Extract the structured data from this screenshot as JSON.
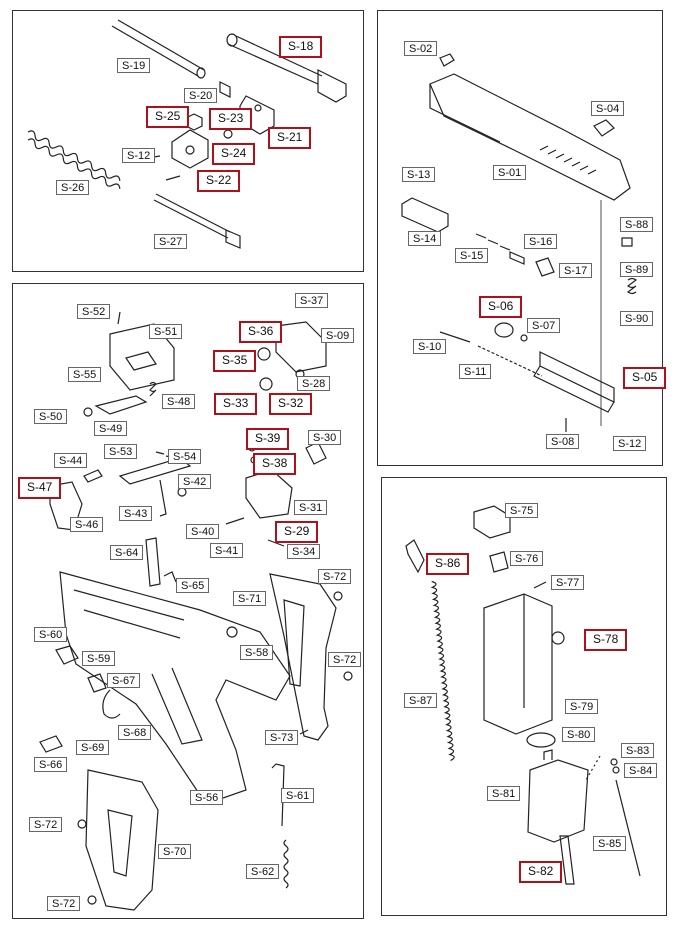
{
  "labels": [
    {
      "id": "s18",
      "text": "S-18",
      "hl": true
    },
    {
      "id": "s19",
      "text": "S-19",
      "hl": false
    },
    {
      "id": "s20",
      "text": "S-20",
      "hl": false
    },
    {
      "id": "s25",
      "text": "S-25",
      "hl": true
    },
    {
      "id": "s23",
      "text": "S-23",
      "hl": true
    },
    {
      "id": "s21",
      "text": "S-21",
      "hl": true
    },
    {
      "id": "s12a",
      "text": "S-12",
      "hl": false
    },
    {
      "id": "s24",
      "text": "S-24",
      "hl": true
    },
    {
      "id": "s22",
      "text": "S-22",
      "hl": true
    },
    {
      "id": "s26",
      "text": "S-26",
      "hl": false
    },
    {
      "id": "s27",
      "text": "S-27",
      "hl": false
    },
    {
      "id": "s02",
      "text": "S-02",
      "hl": false
    },
    {
      "id": "s04",
      "text": "S-04",
      "hl": false
    },
    {
      "id": "s13",
      "text": "S-13",
      "hl": false
    },
    {
      "id": "s01",
      "text": "S-01",
      "hl": false
    },
    {
      "id": "s88",
      "text": "S-88",
      "hl": false
    },
    {
      "id": "s14",
      "text": "S-14",
      "hl": false
    },
    {
      "id": "s16",
      "text": "S-16",
      "hl": false
    },
    {
      "id": "s15",
      "text": "S-15",
      "hl": false
    },
    {
      "id": "s17",
      "text": "S-17",
      "hl": false
    },
    {
      "id": "s89",
      "text": "S-89",
      "hl": false
    },
    {
      "id": "s06",
      "text": "S-06",
      "hl": true
    },
    {
      "id": "s07",
      "text": "S-07",
      "hl": false
    },
    {
      "id": "s90",
      "text": "S-90",
      "hl": false
    },
    {
      "id": "s10",
      "text": "S-10",
      "hl": false
    },
    {
      "id": "s05",
      "text": "S-05",
      "hl": true
    },
    {
      "id": "s11",
      "text": "S-11",
      "hl": false
    },
    {
      "id": "s08",
      "text": "S-08",
      "hl": false
    },
    {
      "id": "s12b",
      "text": "S-12",
      "hl": false
    },
    {
      "id": "s52",
      "text": "S-52",
      "hl": false
    },
    {
      "id": "s51",
      "text": "S-51",
      "hl": false
    },
    {
      "id": "s37",
      "text": "S-37",
      "hl": false
    },
    {
      "id": "s36",
      "text": "S-36",
      "hl": true
    },
    {
      "id": "s09",
      "text": "S-09",
      "hl": false
    },
    {
      "id": "s35",
      "text": "S-35",
      "hl": true
    },
    {
      "id": "s55",
      "text": "S-55",
      "hl": false
    },
    {
      "id": "s28",
      "text": "S-28",
      "hl": false
    },
    {
      "id": "s33",
      "text": "S-33",
      "hl": true
    },
    {
      "id": "s32",
      "text": "S-32",
      "hl": true
    },
    {
      "id": "s48",
      "text": "S-48",
      "hl": false
    },
    {
      "id": "s50",
      "text": "S-50",
      "hl": false
    },
    {
      "id": "s49",
      "text": "S-49",
      "hl": false
    },
    {
      "id": "s39",
      "text": "S-39",
      "hl": true
    },
    {
      "id": "s30",
      "text": "S-30",
      "hl": false
    },
    {
      "id": "s53",
      "text": "S-53",
      "hl": false
    },
    {
      "id": "s54",
      "text": "S-54",
      "hl": false
    },
    {
      "id": "s38",
      "text": "S-38",
      "hl": true
    },
    {
      "id": "s44",
      "text": "S-44",
      "hl": false
    },
    {
      "id": "s42",
      "text": "S-42",
      "hl": false
    },
    {
      "id": "s47",
      "text": "S-47",
      "hl": true
    },
    {
      "id": "s43",
      "text": "S-43",
      "hl": false
    },
    {
      "id": "s31",
      "text": "S-31",
      "hl": false
    },
    {
      "id": "s46",
      "text": "S-46",
      "hl": false
    },
    {
      "id": "s40",
      "text": "S-40",
      "hl": false
    },
    {
      "id": "s29",
      "text": "S-29",
      "hl": true
    },
    {
      "id": "s41",
      "text": "S-41",
      "hl": false
    },
    {
      "id": "s34",
      "text": "S-34",
      "hl": false
    },
    {
      "id": "s64",
      "text": "S-64",
      "hl": false
    },
    {
      "id": "s65",
      "text": "S-65",
      "hl": false
    },
    {
      "id": "s72a",
      "text": "S-72",
      "hl": false
    },
    {
      "id": "s71",
      "text": "S-71",
      "hl": false
    },
    {
      "id": "s60",
      "text": "S-60",
      "hl": false
    },
    {
      "id": "s58",
      "text": "S-58",
      "hl": false
    },
    {
      "id": "s72b",
      "text": "S-72",
      "hl": false
    },
    {
      "id": "s59",
      "text": "S-59",
      "hl": false
    },
    {
      "id": "s67",
      "text": "S-67",
      "hl": false
    },
    {
      "id": "s68",
      "text": "S-68",
      "hl": false
    },
    {
      "id": "s69",
      "text": "S-69",
      "hl": false
    },
    {
      "id": "s73",
      "text": "S-73",
      "hl": false
    },
    {
      "id": "s66",
      "text": "S-66",
      "hl": false
    },
    {
      "id": "s56",
      "text": "S-56",
      "hl": false
    },
    {
      "id": "s61",
      "text": "S-61",
      "hl": false
    },
    {
      "id": "s72c",
      "text": "S-72",
      "hl": false
    },
    {
      "id": "s70",
      "text": "S-70",
      "hl": false
    },
    {
      "id": "s62",
      "text": "S-62",
      "hl": false
    },
    {
      "id": "s72d",
      "text": "S-72",
      "hl": false
    },
    {
      "id": "s75",
      "text": "S-75",
      "hl": false
    },
    {
      "id": "s86",
      "text": "S-86",
      "hl": true
    },
    {
      "id": "s76",
      "text": "S-76",
      "hl": false
    },
    {
      "id": "s77",
      "text": "S-77",
      "hl": false
    },
    {
      "id": "s78",
      "text": "S-78",
      "hl": true
    },
    {
      "id": "s87",
      "text": "S-87",
      "hl": false
    },
    {
      "id": "s79",
      "text": "S-79",
      "hl": false
    },
    {
      "id": "s80",
      "text": "S-80",
      "hl": false
    },
    {
      "id": "s83",
      "text": "S-83",
      "hl": false
    },
    {
      "id": "s81",
      "text": "S-81",
      "hl": false
    },
    {
      "id": "s84",
      "text": "S-84",
      "hl": false
    },
    {
      "id": "s85",
      "text": "S-85",
      "hl": false
    },
    {
      "id": "s82",
      "text": "S-82",
      "hl": true
    }
  ]
}
